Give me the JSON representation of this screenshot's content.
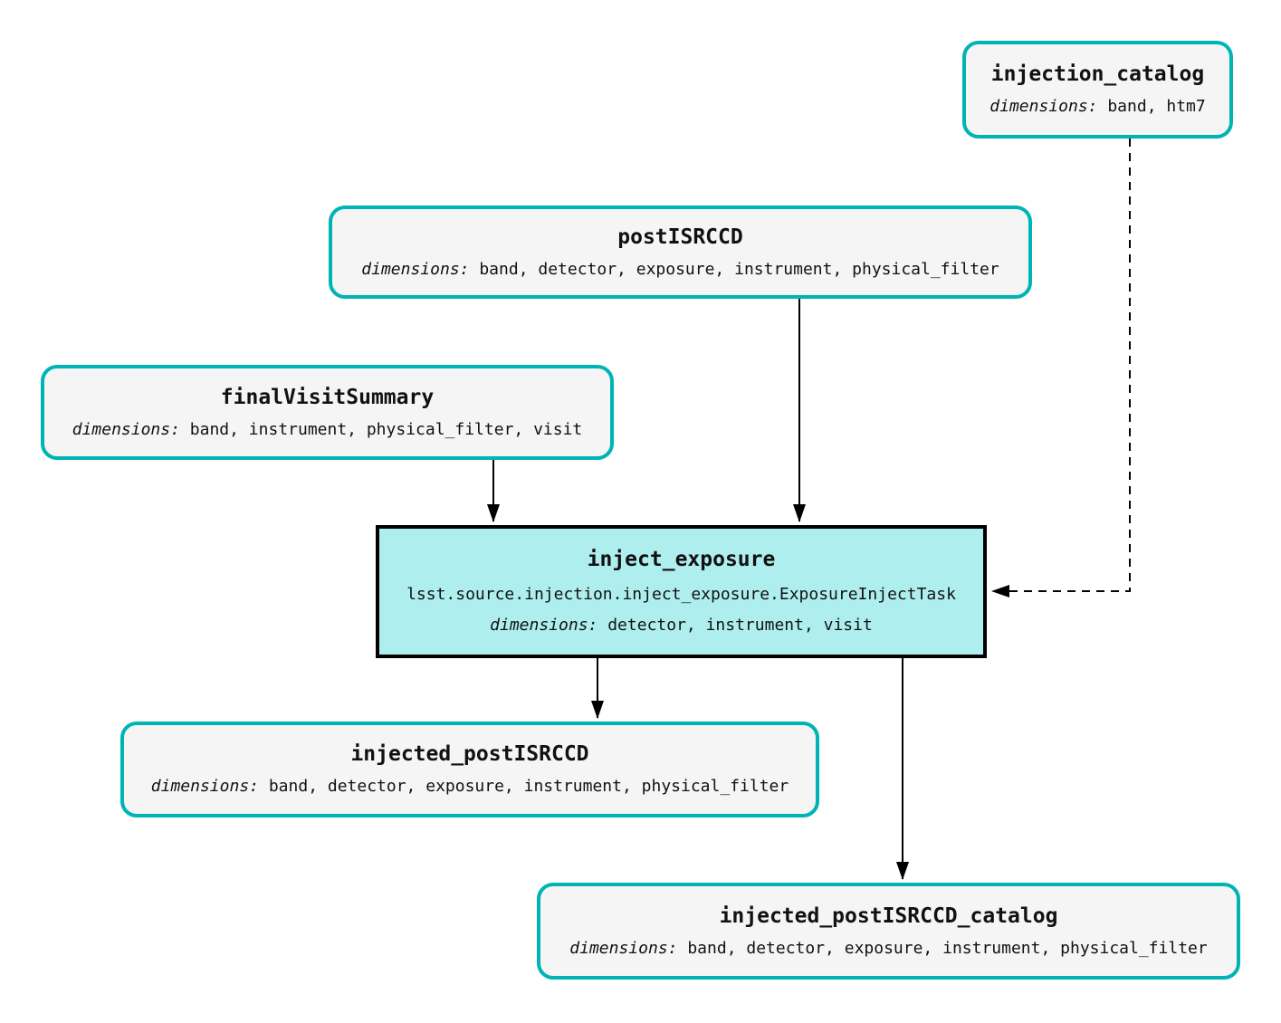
{
  "diagram": {
    "colors": {
      "dataset_border": "#00b4b4",
      "dataset_fill": "#f5f5f5",
      "task_fill": "#afeeee",
      "task_border": "#000000",
      "edge_color": "#000000",
      "background": "#ffffff"
    },
    "nodes": [
      {
        "id": "injection_catalog",
        "kind": "dataset",
        "title": "injection_catalog",
        "dimensions_label": "dimensions:",
        "dimensions": "band, htm7"
      },
      {
        "id": "postISRCCD",
        "kind": "dataset",
        "title": "postISRCCD",
        "dimensions_label": "dimensions:",
        "dimensions": "band, detector, exposure, instrument, physical_filter"
      },
      {
        "id": "finalVisitSummary",
        "kind": "dataset",
        "title": "finalVisitSummary",
        "dimensions_label": "dimensions:",
        "dimensions": "band, instrument, physical_filter, visit"
      },
      {
        "id": "inject_exposure",
        "kind": "task",
        "title": "inject_exposure",
        "task_class": "lsst.source.injection.inject_exposure.ExposureInjectTask",
        "dimensions_label": "dimensions:",
        "dimensions": "detector, instrument, visit"
      },
      {
        "id": "injected_postISRCCD",
        "kind": "dataset",
        "title": "injected_postISRCCD",
        "dimensions_label": "dimensions:",
        "dimensions": "band, detector, exposure, instrument, physical_filter"
      },
      {
        "id": "injected_postISRCCD_catalog",
        "kind": "dataset",
        "title": "injected_postISRCCD_catalog",
        "dimensions_label": "dimensions:",
        "dimensions": "band, detector, exposure, instrument, physical_filter"
      }
    ],
    "edges": [
      {
        "from": "postISRCCD",
        "to": "inject_exposure",
        "style": "solid"
      },
      {
        "from": "finalVisitSummary",
        "to": "inject_exposure",
        "style": "solid"
      },
      {
        "from": "injection_catalog",
        "to": "inject_exposure",
        "style": "dashed"
      },
      {
        "from": "inject_exposure",
        "to": "injected_postISRCCD",
        "style": "solid"
      },
      {
        "from": "inject_exposure",
        "to": "injected_postISRCCD_catalog",
        "style": "solid"
      }
    ]
  }
}
